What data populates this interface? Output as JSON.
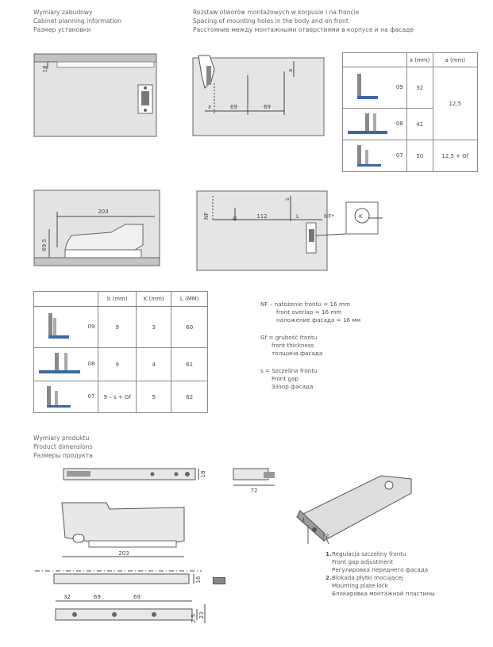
{
  "headers": {
    "installation": [
      "Wymiary zabudowy",
      "Cabinet planning information",
      "Размер установки"
    ],
    "spacing": [
      "Rozstaw otworów montażowych w korpusie i na froncie",
      "Spacing of mounting holes in the body and on front",
      "Расстояние между монтажными отверстиями в корпусе и на фасаде"
    ],
    "product": [
      "Wymiary produktu",
      "Product dimensions",
      "Размеры продукта"
    ]
  },
  "drawings": {
    "cabinet_side_18": "18",
    "front_x": "x",
    "front_69a": "69",
    "front_69b": "69",
    "front_a": "a",
    "cab_203": "203",
    "cab_695": "69.5",
    "body_NF": "NF",
    "body_s": "s",
    "body_b": "b",
    "body_112": "112",
    "body_L": "L",
    "body_NF2": "NF*",
    "body_K": "K",
    "prod_18": "18",
    "prod_72": "72",
    "prod_203": "203",
    "rail_32": "32",
    "rail_69a": "69",
    "rail_69b": "69",
    "rail_16": "16",
    "rail_25": "2.5",
    "rail_23": "23"
  },
  "table_x": {
    "headers": [
      "x (mm)",
      "a (mm)"
    ],
    "rows": [
      {
        "code": "09",
        "x": "32"
      },
      {
        "code": "08",
        "x": "41"
      },
      {
        "code": "07",
        "x": "50",
        "a": "12,5 + Gf"
      }
    ],
    "a_merged": "12,5"
  },
  "table_b": {
    "headers": [
      "b (mm)",
      "K (mm)",
      "L (MM)"
    ],
    "rows": [
      {
        "code": "09",
        "b": "9",
        "k": "3",
        "l": "60"
      },
      {
        "code": "08",
        "b": "9",
        "k": "4",
        "l": "61"
      },
      {
        "code": "07",
        "b": "9 – s + Gf",
        "k": "5",
        "l": "62"
      }
    ]
  },
  "legend": {
    "nf": [
      "NF – natożenie frontu = 16 mm",
      "front overlap = 16 mm",
      "наложение фасада = 16 мм"
    ],
    "gf": [
      "Gf = grubość frontu",
      "front thickness",
      "толщина фасада"
    ],
    "s": [
      "s = Szczelina frontu",
      "Front gap",
      "Зазор фасада"
    ]
  },
  "notes": {
    "n1_num": "1.",
    "n1": [
      "Regulacja szczeliny frontu",
      "Front gap adjustment",
      "Регулировка переднего фасада"
    ],
    "n2_num": "2.",
    "n2": [
      "Blokada płytki mocującej",
      "Mounting plate lock",
      "Блокировка монтажной пластины"
    ],
    "callout1": "1",
    "callout2": "2"
  }
}
